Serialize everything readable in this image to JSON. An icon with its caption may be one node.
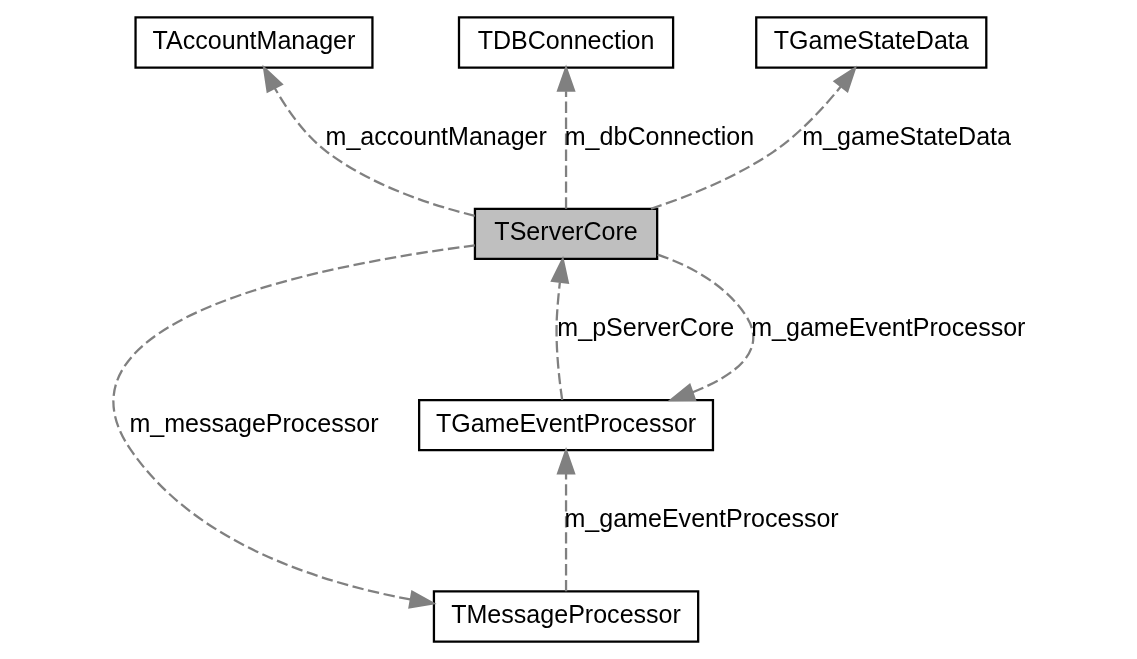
{
  "diagram": {
    "nodes": [
      {
        "text": [
          "TAccountManager"
        ]
      },
      {
        "text": [
          "TDBConnection"
        ]
      },
      {
        "text": [
          "TGameStateData"
        ]
      },
      {
        "text": [
          "TServerCore"
        ]
      },
      {
        "text": [
          "TGameEventProcessor"
        ]
      },
      {
        "text": [
          "TMessageProcessor"
        ]
      }
    ],
    "edges": [
      {
        "from": 3,
        "to": 0,
        "arrow": "to",
        "label": "m_accountManager",
        "style": "dashed"
      },
      {
        "from": 3,
        "to": 1,
        "arrow": "to",
        "label": "m_dbConnection",
        "style": "dashed"
      },
      {
        "from": 3,
        "to": 2,
        "arrow": "to",
        "label": "m_gameStateData",
        "style": "dashed"
      },
      {
        "from": 4,
        "to": 3,
        "arrow": "to",
        "label": "m_pServerCore",
        "style": "dashed"
      },
      {
        "from": 3,
        "to": 4,
        "arrow": "to",
        "label": "m_gameEventProcessor",
        "style": "dashed"
      },
      {
        "from": 3,
        "to": 5,
        "arrow": "to",
        "label": "m_messageProcessor",
        "style": "dashed"
      },
      {
        "from": 5,
        "to": 4,
        "arrow": "to",
        "label": "m_gameEventProcessor",
        "style": "dashed"
      }
    ]
  }
}
